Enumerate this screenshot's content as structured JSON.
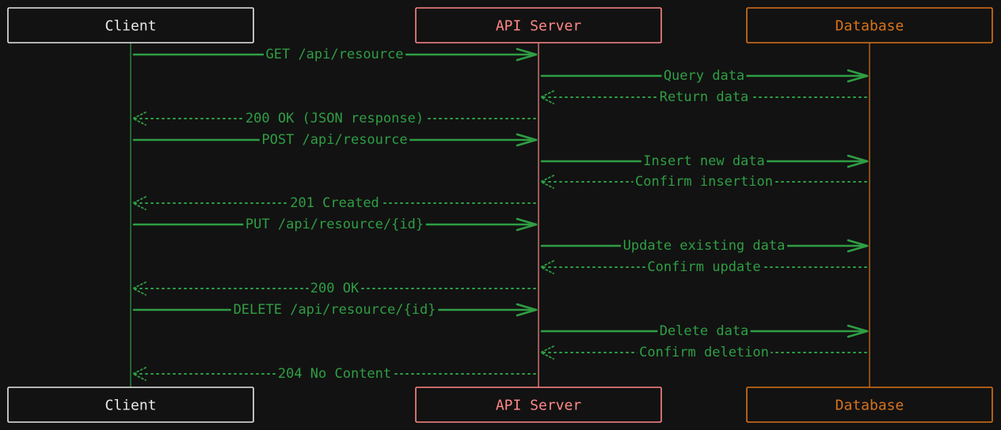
{
  "colors": {
    "background": "#121212",
    "client": "#e8e8e8",
    "client_lifeline": "#2f9e44",
    "api_server": "#ff8787",
    "database": "#d9731a",
    "message": "#2f9e44"
  },
  "participants": [
    {
      "id": "client",
      "label": "Client"
    },
    {
      "id": "api",
      "label": "API Server"
    },
    {
      "id": "db",
      "label": "Database"
    }
  ],
  "messages": [
    {
      "from": "client",
      "to": "api",
      "label": "GET /api/resource",
      "style": "solid"
    },
    {
      "from": "api",
      "to": "db",
      "label": "Query data",
      "style": "solid"
    },
    {
      "from": "db",
      "to": "api",
      "label": "Return data",
      "style": "dashed"
    },
    {
      "from": "api",
      "to": "client",
      "label": "200 OK (JSON response)",
      "style": "dashed"
    },
    {
      "from": "client",
      "to": "api",
      "label": "POST /api/resource",
      "style": "solid"
    },
    {
      "from": "api",
      "to": "db",
      "label": "Insert new data",
      "style": "solid"
    },
    {
      "from": "db",
      "to": "api",
      "label": "Confirm insertion",
      "style": "dashed"
    },
    {
      "from": "api",
      "to": "client",
      "label": "201 Created",
      "style": "dashed"
    },
    {
      "from": "client",
      "to": "api",
      "label": "PUT /api/resource/{id}",
      "style": "solid"
    },
    {
      "from": "api",
      "to": "db",
      "label": "Update existing data",
      "style": "solid"
    },
    {
      "from": "db",
      "to": "api",
      "label": "Confirm update",
      "style": "dashed"
    },
    {
      "from": "api",
      "to": "client",
      "label": "200 OK",
      "style": "dashed"
    },
    {
      "from": "client",
      "to": "api",
      "label": "DELETE /api/resource/{id}",
      "style": "solid"
    },
    {
      "from": "api",
      "to": "db",
      "label": "Delete data",
      "style": "solid"
    },
    {
      "from": "db",
      "to": "api",
      "label": "Confirm deletion",
      "style": "dashed"
    },
    {
      "from": "api",
      "to": "client",
      "label": "204 No Content",
      "style": "dashed"
    }
  ]
}
